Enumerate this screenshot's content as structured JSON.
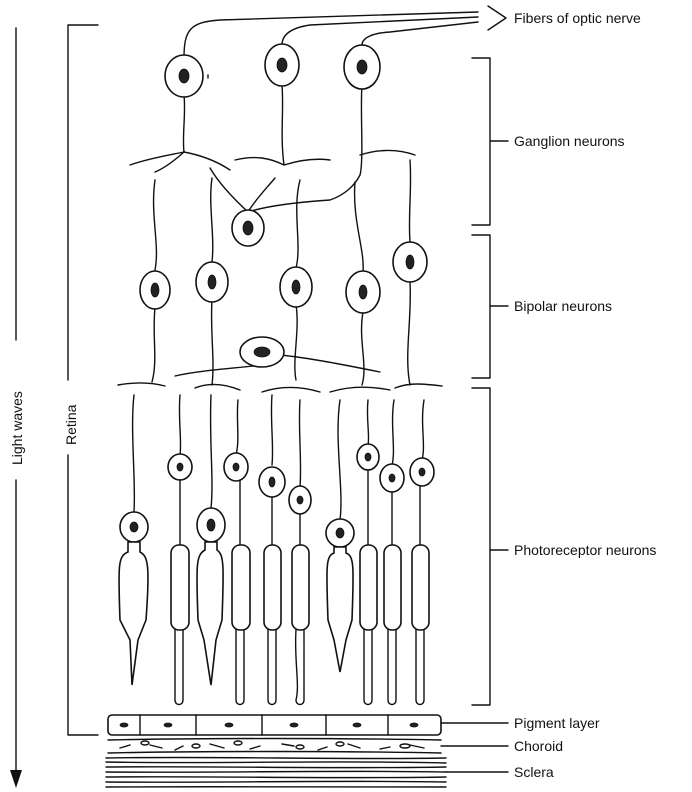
{
  "diagram": {
    "labels": {
      "optic_nerve": "Fibers of optic nerve",
      "ganglion": "Ganglion neurons",
      "bipolar": "Bipolar neurons",
      "photoreceptor": "Photoreceptor neurons",
      "pigment": "Pigment layer",
      "choroid": "Choroid",
      "sclera": "Sclera",
      "retina": "Retina",
      "light": "Light waves"
    }
  }
}
